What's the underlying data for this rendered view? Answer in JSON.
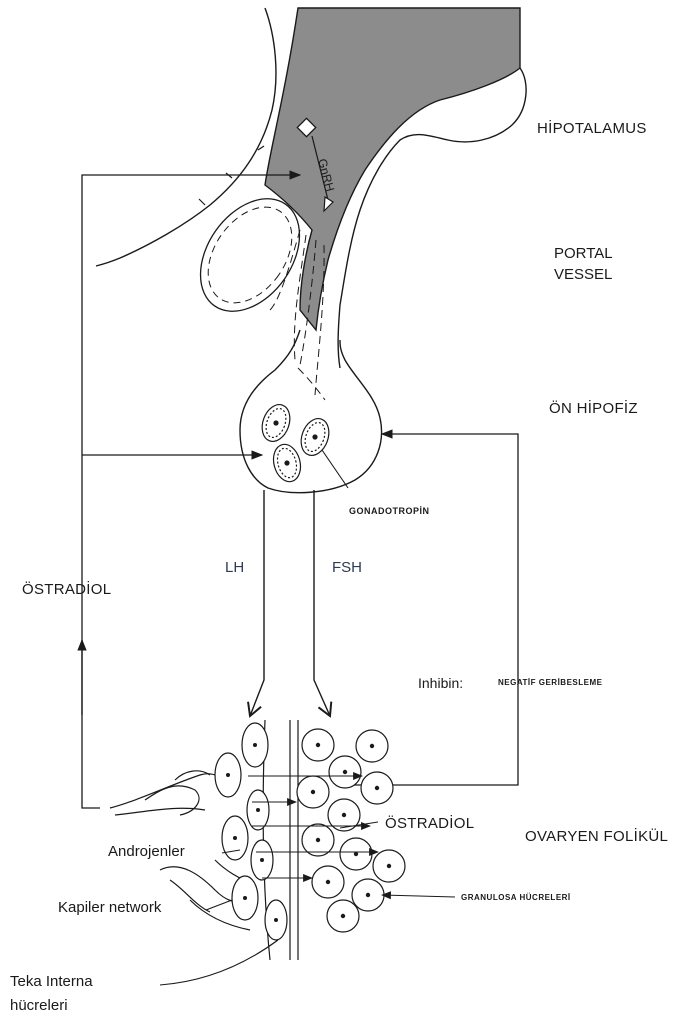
{
  "labels": {
    "hypothalamus": "HİPOTALAMUS",
    "portal_vessel_line1": "PORTAL",
    "portal_vessel_line2": "VESSEL",
    "anterior_pituitary": "ÖN HİPOFİZ",
    "gonadotropin": "GONADOTROPİN",
    "lh": "LH",
    "fsh": "FSH",
    "estradiol_left": "ÖSTRADİOL",
    "inhibin": "Inhibin:",
    "negative_feedback": "NEGATİF GERİBESLEME",
    "estradiol_follicle": "ÖSTRADİOL",
    "ovarian_follicle": "OVARYEN FOLİKÜL",
    "androgens": "Androjenler",
    "capillary_network": "Kapiler network",
    "granulosa_cells": "GRANULOSA HÜCRELERİ",
    "theca_interna_line1": "Teka Interna",
    "theca_interna_line2": "hücreleri",
    "gnrh": "GnRH"
  },
  "colors": {
    "hypothalamus_fill": "#8c8c8c",
    "line": "#1a1a1a"
  }
}
